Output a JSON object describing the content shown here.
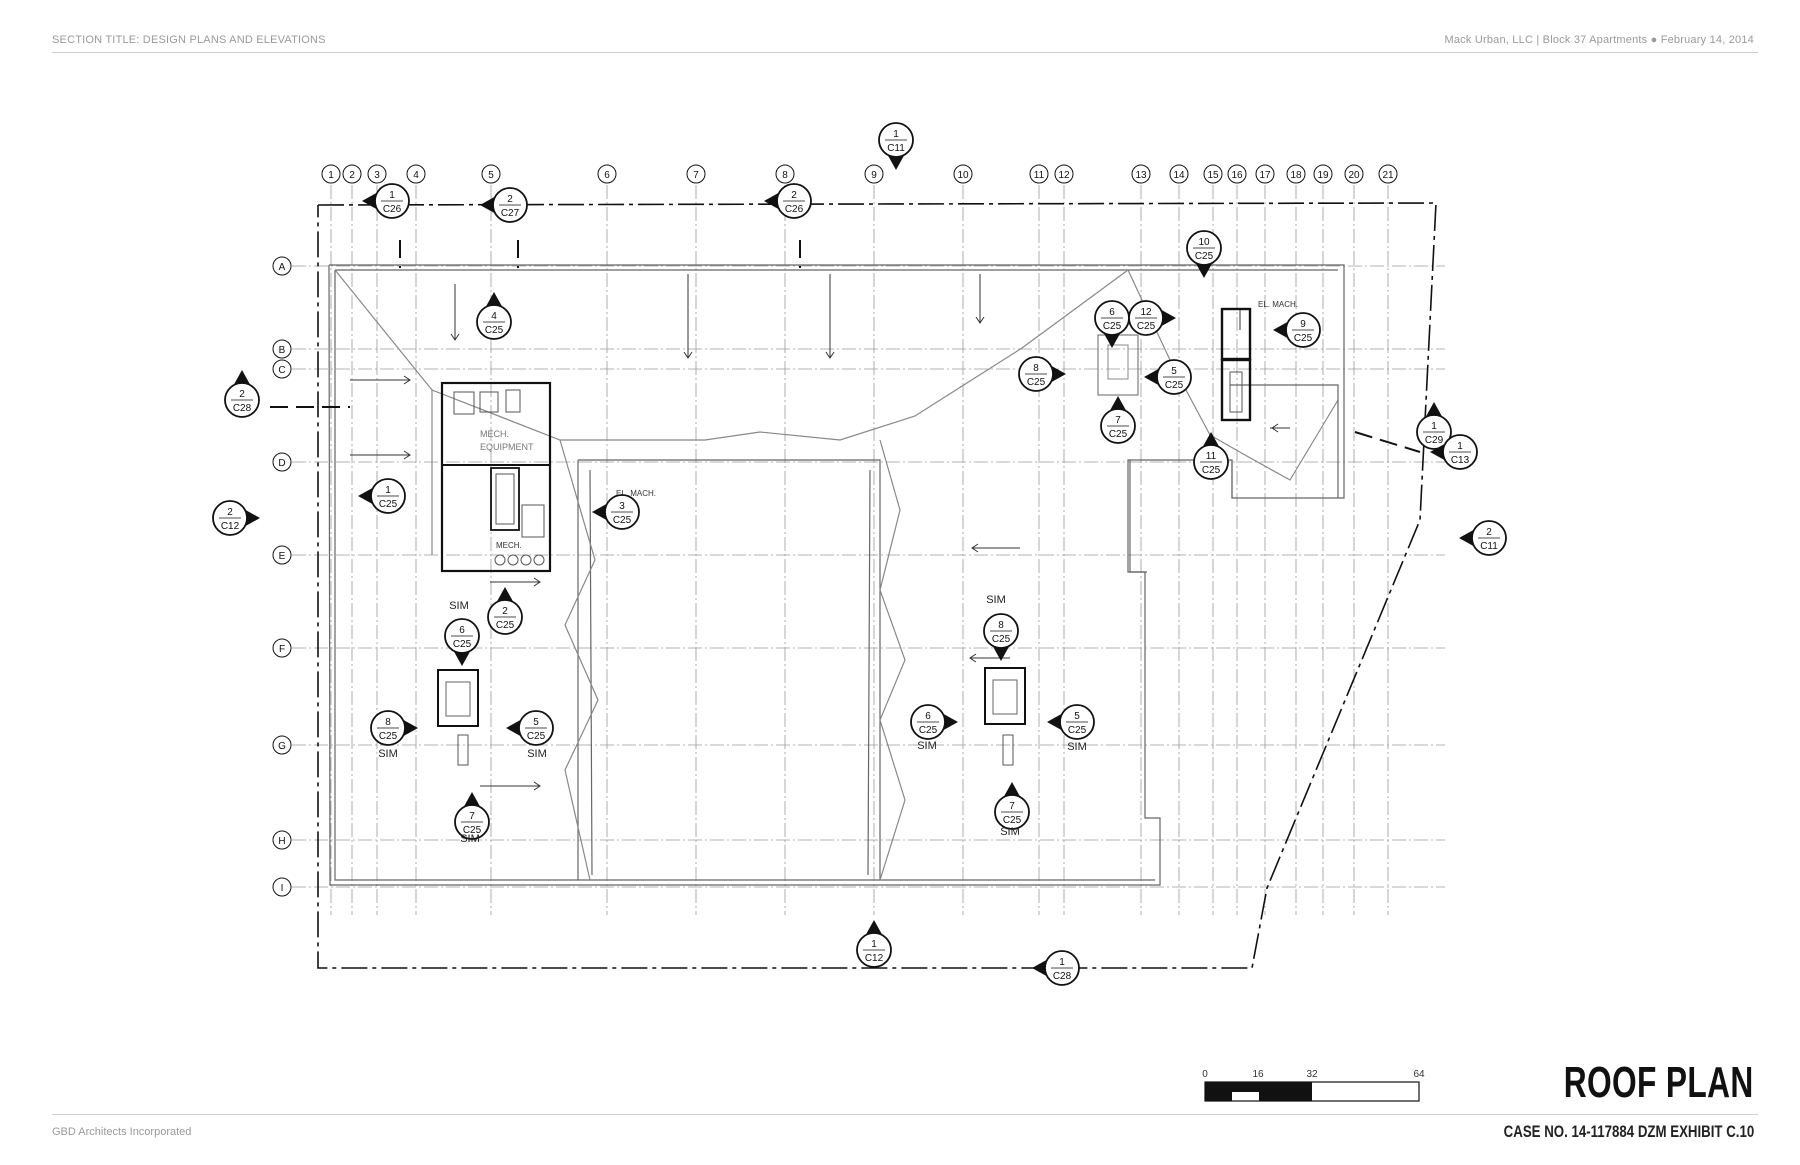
{
  "header": {
    "left": "SECTION TITLE: DESIGN PLANS AND ELEVATIONS",
    "right": "Mack Urban, LLC | Block 37 Apartments  ●  February 14, 2014"
  },
  "footer": {
    "left": "GBD Architects Incorporated",
    "right": "CASE NO. 14-117884 DZM     EXHIBIT  C.10"
  },
  "sheet_title": "ROOF PLAN",
  "scale_bar": {
    "labels": [
      "0",
      "16",
      "32",
      "64"
    ]
  },
  "grid": {
    "columns": [
      "1",
      "2",
      "3",
      "4",
      "5",
      "6",
      "7",
      "8",
      "9",
      "10",
      "11",
      "12",
      "13",
      "14",
      "15",
      "16",
      "17",
      "18",
      "19",
      "20",
      "21"
    ],
    "rows": [
      "A",
      "B",
      "C",
      "D",
      "E",
      "F",
      "G",
      "H",
      "I"
    ]
  },
  "room_labels": {
    "mech_equipment_1": "MECH.",
    "mech_equipment_2": "EQUIPMENT",
    "mech": "MECH.",
    "el_mach_left": "EL. MACH.",
    "el_mach_right": "EL. MACH."
  },
  "callouts": [
    {
      "num": "1",
      "sheet": "C11"
    },
    {
      "num": "2",
      "sheet": "C28"
    },
    {
      "num": "2",
      "sheet": "C12"
    },
    {
      "num": "4",
      "sheet": "C25"
    },
    {
      "num": "1",
      "sheet": "C25"
    },
    {
      "num": "3",
      "sheet": "C25"
    },
    {
      "num": "2",
      "sheet": "C25"
    },
    {
      "num": "6",
      "sheet": "C25"
    },
    {
      "num": "8",
      "sheet": "C25"
    },
    {
      "num": "5",
      "sheet": "C25"
    },
    {
      "num": "7",
      "sheet": "C25"
    },
    {
      "num": "6",
      "sheet": "C25"
    },
    {
      "num": "8",
      "sheet": "C25"
    },
    {
      "num": "5",
      "sheet": "C25"
    },
    {
      "num": "7",
      "sheet": "C25"
    },
    {
      "num": "8",
      "sheet": "C25"
    },
    {
      "num": "6",
      "sheet": "C25"
    },
    {
      "num": "12",
      "sheet": "C25"
    },
    {
      "num": "5",
      "sheet": "C25"
    },
    {
      "num": "7",
      "sheet": "C25"
    },
    {
      "num": "10",
      "sheet": "C25"
    },
    {
      "num": "9",
      "sheet": "C25"
    },
    {
      "num": "11",
      "sheet": "C25"
    },
    {
      "num": "1",
      "sheet": "C29"
    },
    {
      "num": "1",
      "sheet": "C13"
    },
    {
      "num": "2",
      "sheet": "C11"
    },
    {
      "num": "1",
      "sheet": "C12"
    },
    {
      "num": "1",
      "sheet": "C28"
    },
    {
      "num": "1",
      "sheet": "C26"
    },
    {
      "num": "2",
      "sheet": "C27"
    },
    {
      "num": "2",
      "sheet": "C26"
    }
  ],
  "sim_labels": [
    "SIM",
    "SIM",
    "SIM",
    "SIM",
    "SIM",
    "SIM",
    "SIM",
    "SIM"
  ]
}
